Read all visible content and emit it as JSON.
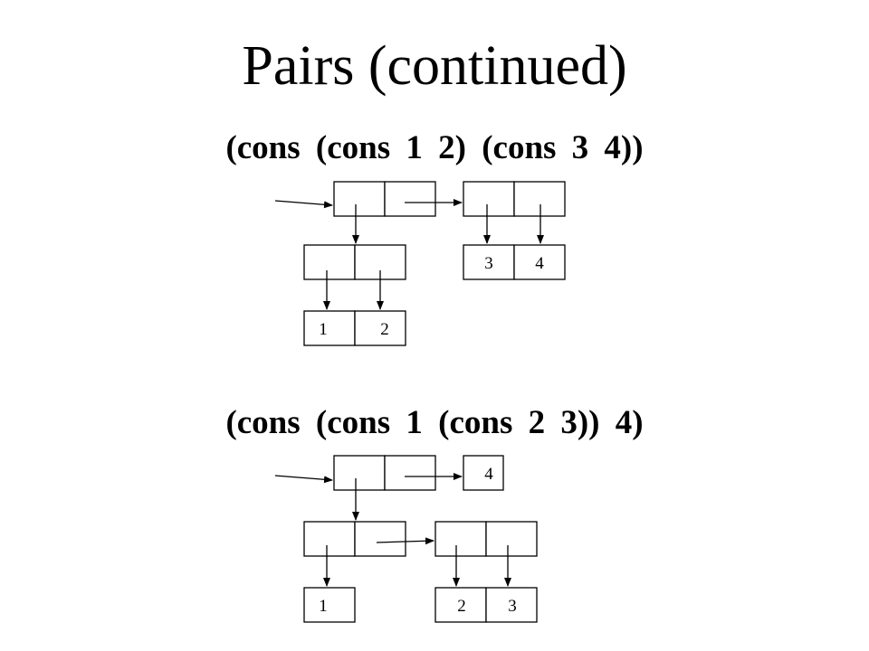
{
  "slide": {
    "title": "Pairs (continued)"
  },
  "diagrams": [
    {
      "expression": "(cons (cons 1 2) (cons 3 4))",
      "atoms": [
        "3",
        "4",
        "1",
        "2"
      ]
    },
    {
      "expression": "(cons (cons 1 (cons 2 3)) 4)",
      "atoms": [
        "4",
        "1",
        "2",
        "3"
      ]
    }
  ]
}
